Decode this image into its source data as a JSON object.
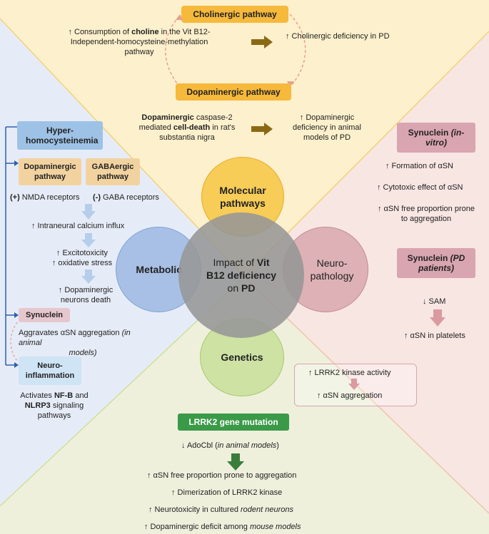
{
  "colors": {
    "top_bg": "#fdf0cc",
    "left_bg": "#e6ecf7",
    "right_bg": "#f8e6e3",
    "bottom_bg": "#eef0dc",
    "molecular": "#f6c84a",
    "metabolic": "#9cb9e2",
    "neuropath": "#d8a7ad",
    "genetics": "#c8df9a",
    "center": "#a2a2a2"
  },
  "center": {
    "l1": "Impact of ",
    "l1b": "Vit",
    "l2b": "B12 deficiency",
    "l3a": "on ",
    "l3b": "PD"
  },
  "circles": {
    "molecular": "Molecular pathways",
    "metabolic": "Metabolic",
    "neuropath": "Neuro-pathology",
    "genetics": "Genetics"
  },
  "top": {
    "cholinergic_title": "Cholinergic pathway",
    "chol_left_a": "↑ Consumption of ",
    "chol_left_b": "choline",
    "chol_left_c": " in the Vit B12-",
    "chol_left_d": "Independent-homocysteine-methylation",
    "chol_left_e": "pathway",
    "chol_right": "↑ Cholinergic deficiency in PD",
    "dopa_title": "Dopaminergic pathway",
    "dopa_left_a": "Dopaminergic",
    "dopa_left_b": " caspase-2",
    "dopa_left_c": "mediated ",
    "dopa_left_d": "cell-death",
    "dopa_left_e": " in rat's",
    "dopa_left_f": "substantia nigra",
    "dopa_right_a": "↑ Dopaminergic",
    "dopa_right_b": "deficiency in animal",
    "dopa_right_c": "models of PD"
  },
  "left": {
    "hyper_title": "Hyper-homocysteinemia",
    "dopa_path": "Dopaminergic pathway",
    "gaba_path": "GABAergic pathway",
    "nmda_a": "(+)",
    "nmda_b": " NMDA receptors",
    "gaba_a": "(-)",
    "gaba_b": " GABA receptors",
    "calcium": "↑ Intraneural calcium influx",
    "excito": "↑ Excitotoxicity",
    "oxid": "↑ oxidative stress",
    "death_a": "↑ Dopaminergic",
    "death_b": "neurons death",
    "synuclein": "Synuclein",
    "aggr_a": "Aggravates αSN aggregation ",
    "aggr_b": "(in animal",
    "aggr_c": "models)",
    "neuroinf": "Neuro-inflammation",
    "act_a": "Activates ",
    "act_b": "NF-B",
    "act_c": " and",
    "act_d": "NLRP3",
    "act_e": " signaling",
    "act_f": "pathways"
  },
  "right": {
    "syn_vitro_a": "Synuclein ",
    "syn_vitro_b": "(in-vitro)",
    "formation": "↑ Formation of αSN",
    "cytotoxic": "↑ Cytotoxic effect of αSN",
    "free_a": "↑ αSN free proportion prone",
    "free_b": "to aggregation",
    "syn_pd_a": "Synuclein ",
    "syn_pd_b": "(PD patients)",
    "sam": "↓ SAM",
    "platelets": "↑ αSN in platelets"
  },
  "bottom": {
    "lrrk2_kinase": "↑ LRRK2 kinase activity",
    "asn_aggr": "↑ αSN  aggregation",
    "lrrk2_title": "LRRK2 gene mutation",
    "adocbl_a": "↓ AdoCbl (",
    "adocbl_b": "in animal models",
    "adocbl_c": ")",
    "b1": "↑ αSN free proportion prone to aggregation",
    "b2": "↑ Dimerization of LRRK2 kinase",
    "b3a": "↑ Neurotoxicity in cultured ",
    "b3b": "rodent neurons",
    "b4a": "↑ Dopaminergic deficit among ",
    "b4b": "mouse models"
  }
}
